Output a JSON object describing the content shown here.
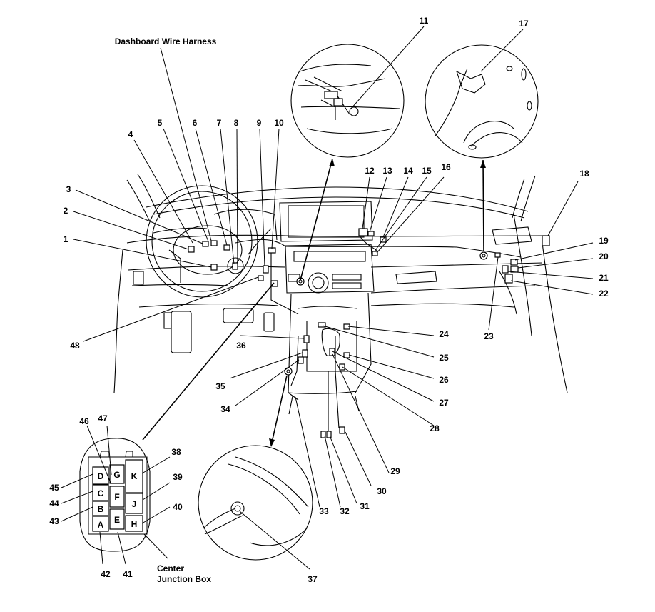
{
  "title": "Dashboard Wire Harness",
  "junction_box_label": [
    "Center",
    "Junction Box"
  ],
  "callouts": [
    "1",
    "2",
    "3",
    "4",
    "5",
    "6",
    "7",
    "8",
    "9",
    "10",
    "11",
    "12",
    "13",
    "14",
    "15",
    "16",
    "17",
    "18",
    "19",
    "20",
    "21",
    "22",
    "23",
    "24",
    "25",
    "26",
    "27",
    "28",
    "29",
    "30",
    "31",
    "32",
    "33",
    "34",
    "35",
    "36",
    "37",
    "38",
    "39",
    "40",
    "41",
    "42",
    "43",
    "44",
    "45",
    "46",
    "47",
    "48"
  ],
  "fuse_box_letters": [
    "A",
    "B",
    "C",
    "D",
    "E",
    "F",
    "G",
    "H",
    "J",
    "K"
  ]
}
